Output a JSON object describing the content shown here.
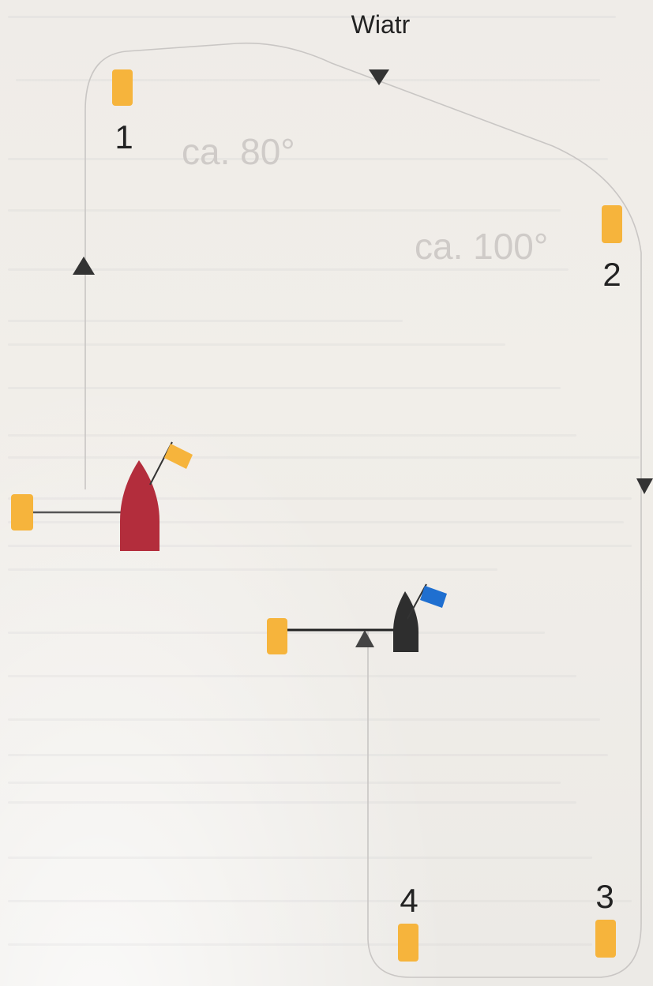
{
  "wind_label": "Wiatr",
  "angles": {
    "first": "ca. 80°",
    "second": "ca. 100°"
  },
  "marks": [
    {
      "number": "1"
    },
    {
      "number": "2"
    },
    {
      "number": "3"
    },
    {
      "number": "4"
    }
  ],
  "colors": {
    "mark": "#f6b43c",
    "red_boat": "#b32d3c",
    "black_boat": "#2e2e2e",
    "blue_flag": "#1f6fd0",
    "course_line": "#c9c6c4",
    "arrow": "#3a3a3a"
  }
}
